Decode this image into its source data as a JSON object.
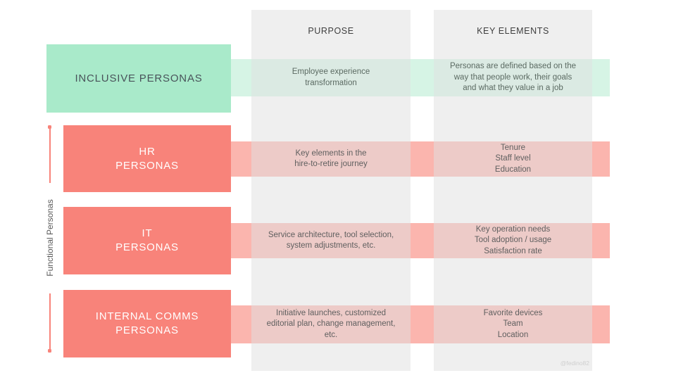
{
  "columns": {
    "purpose_header": "PURPOSE",
    "key_elements_header": "KEY ELEMENTS"
  },
  "side_label": "Functional Personas",
  "watermark": "@fedino82",
  "colors": {
    "mint_box": "#A9EACA",
    "mint_band": "#D6F4E5",
    "salmon_box": "#F8837A",
    "salmon_band": "#FBB5AE",
    "column_gray": "#F0F0F1"
  },
  "rows": [
    {
      "label_lines": [
        "INCLUSIVE PERSONAS"
      ],
      "purpose_lines": [
        "Employee experience",
        "transformation"
      ],
      "key_element_lines": [
        "Personas are defined based on the",
        "way that people work, their goals",
        "and what they value in a job"
      ]
    },
    {
      "label_lines": [
        "HR",
        "PERSONAS"
      ],
      "purpose_lines": [
        "Key elements in the",
        "hire-to-retire journey"
      ],
      "key_element_lines": [
        "Tenure",
        "Staff level",
        "Education"
      ]
    },
    {
      "label_lines": [
        "IT",
        "PERSONAS"
      ],
      "purpose_lines": [
        "Service architecture, tool selection,",
        "system adjustments, etc."
      ],
      "key_element_lines": [
        "Key operation needs",
        "Tool adoption / usage",
        "Satisfaction rate"
      ]
    },
    {
      "label_lines": [
        "INTERNAL COMMS",
        "PERSONAS"
      ],
      "purpose_lines": [
        "Initiative launches, customized",
        "editorial plan, change management,",
        "etc."
      ],
      "key_element_lines": [
        "Favorite devices",
        "Team",
        "Location"
      ]
    }
  ]
}
